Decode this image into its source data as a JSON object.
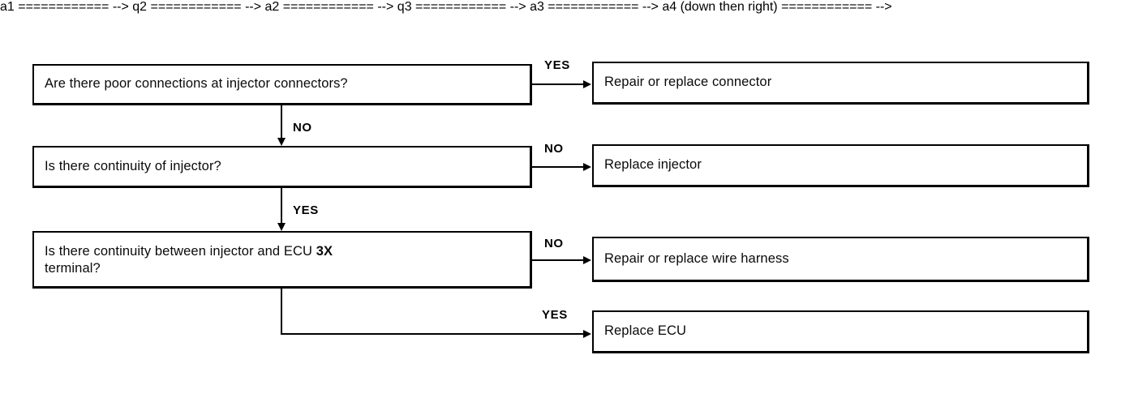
{
  "diagram": {
    "type": "troubleshooting-flowchart",
    "title": "",
    "colors": {
      "background": "#ffffff",
      "stroke": "#000000",
      "text": "#000000"
    },
    "decision_nodes": [
      {
        "id": "q1",
        "text": "Are there poor connections at injector connectors?",
        "lines": [
          "Are there poor connections at injector connectors?"
        ]
      },
      {
        "id": "q2",
        "text": "Is there continuity of injector?",
        "lines": [
          "Is there continuity of injector?"
        ]
      },
      {
        "id": "q3",
        "text": "Is there continuity between injector and ECU 3X terminal?",
        "line1_prefix": "Is there continuity between injector and ECU ",
        "line1_bold": "3X",
        "line2": "terminal?"
      }
    ],
    "action_nodes": [
      {
        "id": "a1",
        "text": "Repair or replace connector"
      },
      {
        "id": "a2",
        "text": "Replace injector"
      },
      {
        "id": "a3",
        "text": "Repair or replace wire harness"
      },
      {
        "id": "a4",
        "text": "Replace ECU"
      }
    ],
    "edges": [
      {
        "id": "e1",
        "from": "q1",
        "to": "a1",
        "label": "YES",
        "direction": "right"
      },
      {
        "id": "e2",
        "from": "q1",
        "to": "q2",
        "label": "NO",
        "direction": "down"
      },
      {
        "id": "e3",
        "from": "q2",
        "to": "a2",
        "label": "NO",
        "direction": "right"
      },
      {
        "id": "e4",
        "from": "q2",
        "to": "q3",
        "label": "YES",
        "direction": "down"
      },
      {
        "id": "e5",
        "from": "q3",
        "to": "a3",
        "label": "NO",
        "direction": "right"
      },
      {
        "id": "e6",
        "from": "q3",
        "to": "a4",
        "label": "YES",
        "direction": "down-right"
      }
    ]
  }
}
